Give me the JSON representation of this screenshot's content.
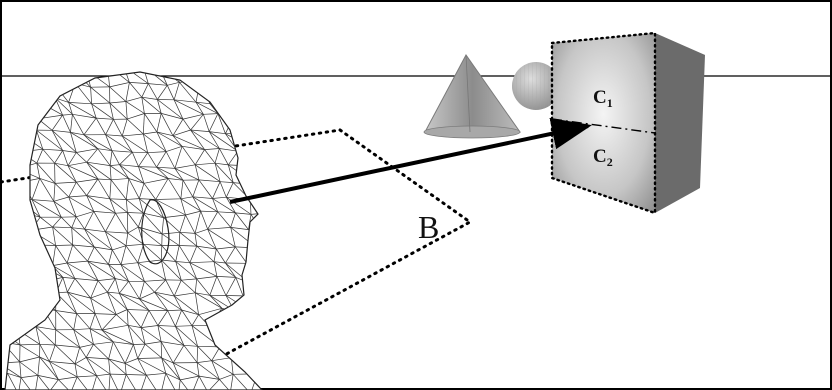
{
  "figure": {
    "label_b": "B",
    "label_c1": {
      "main": "C",
      "sub": "1"
    },
    "label_c2": {
      "main": "C",
      "sub": "2"
    }
  },
  "colors": {
    "frame": "#000000",
    "wireframe": "#222222",
    "cone": "#9a9a9a",
    "sphere": "#b8b8b8",
    "box_front": "#d6d6d6",
    "box_side": "#6e6e6e",
    "box_top": "#bdbdbd"
  },
  "icons": {
    "head": "wireframe-head-icon",
    "cone": "cone-icon",
    "sphere": "sphere-icon",
    "box": "box-icon"
  }
}
